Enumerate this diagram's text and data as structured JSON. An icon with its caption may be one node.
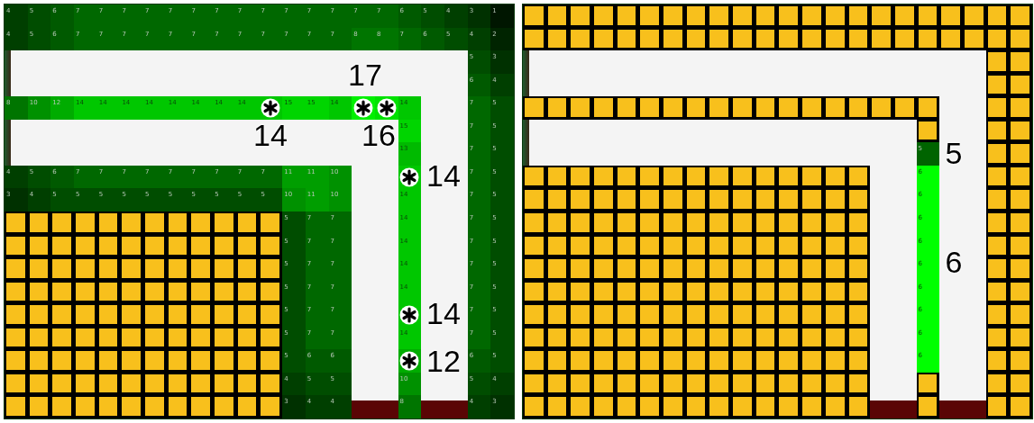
{
  "diagram": {
    "labels": [
      "4",
      "5",
      "6",
      "7",
      "7",
      "7",
      "7",
      "7",
      "7",
      "7",
      "7",
      "7",
      "7",
      "7",
      "7",
      "7",
      "7",
      "6",
      "5",
      "4",
      "3",
      "1",
      "4",
      "5",
      "6",
      "7",
      "7",
      "7",
      "7",
      "7",
      "7",
      "7",
      "7",
      "7",
      "7",
      "7",
      "7",
      "8",
      "8",
      "7",
      "6",
      "5",
      "4",
      "2",
      "5",
      "3",
      "6",
      "4",
      "8",
      "10",
      "12",
      "14",
      "14",
      "14",
      "14",
      "14",
      "14",
      "14",
      "14",
      "15",
      "15",
      "14",
      "14",
      "7",
      "5",
      "15",
      "7",
      "5",
      "13",
      "7",
      "5",
      "4",
      "5",
      "6",
      "7",
      "7",
      "7",
      "7",
      "7",
      "7",
      "7",
      "7",
      "7",
      "11",
      "11",
      "10",
      "7",
      "5",
      "3",
      "4",
      "5",
      "5",
      "5",
      "5",
      "5",
      "5",
      "5",
      "5",
      "5",
      "5",
      "10",
      "11",
      "10",
      "14",
      "7",
      "5",
      "5",
      "7",
      "7",
      "14",
      "7",
      "5",
      "5",
      "7",
      "7",
      "14",
      "7",
      "5",
      "5",
      "7",
      "7",
      "14",
      "7",
      "5",
      "5",
      "7",
      "7",
      "14",
      "7",
      "5",
      "5",
      "7",
      "7",
      "7",
      "5",
      "5",
      "7",
      "7",
      "14",
      "7",
      "5",
      "5",
      "6",
      "6",
      "6",
      "5",
      "4",
      "5",
      "5",
      "10",
      "5",
      "4",
      "3",
      "4",
      "4",
      "8",
      "4",
      "3",
      "17",
      "14",
      "16",
      "14",
      "14",
      "12",
      "5",
      "6",
      "6",
      "6",
      "6",
      "6",
      "6",
      "6",
      "6",
      "6",
      "5",
      "6"
    ]
  }
}
